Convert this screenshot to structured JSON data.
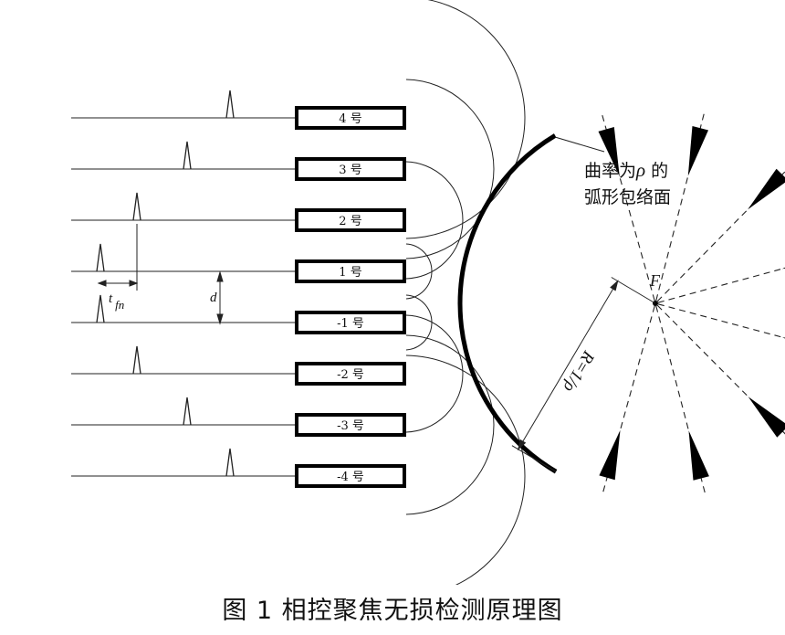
{
  "elements": [
    {
      "label": "4 号",
      "delay_rank": 3
    },
    {
      "label": "3 号",
      "delay_rank": 2
    },
    {
      "label": "2 号",
      "delay_rank": 1
    },
    {
      "label": "1 号",
      "delay_rank": 0
    },
    {
      "label": "-1 号",
      "delay_rank": 0
    },
    {
      "label": "-2 号",
      "delay_rank": 1
    },
    {
      "label": "-3 号",
      "delay_rank": 2
    },
    {
      "label": "-4 号",
      "delay_rank": 3
    }
  ],
  "annotations": {
    "envelope_line1": "曲率为",
    "envelope_rho": "ρ",
    "envelope_line1_suffix": " 的",
    "envelope_line2": "弧形包络面",
    "focus_label": "F",
    "radius_label": "R=1/ρ",
    "delay_label_t": "t",
    "delay_label_sub": "fn",
    "pitch_label": "d"
  },
  "caption": "图 1    相控聚焦无损检测原理图"
}
